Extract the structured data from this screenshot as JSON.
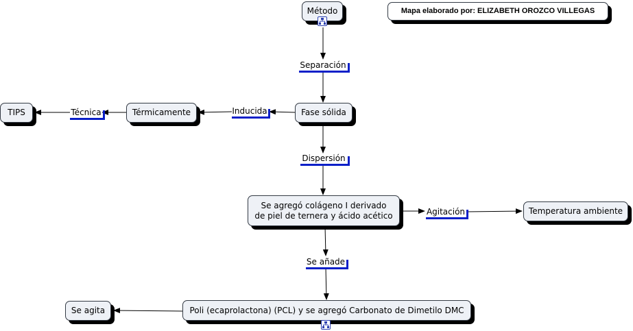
{
  "author_note": "Mapa elaborado por: ELIZABETH OROZCO VILLEGAS",
  "nodes": {
    "metodo": "Método",
    "fase_solida": "Fase sólida",
    "termicamente": "Térmicamente",
    "tips": "TIPS",
    "colageno_line1": "Se agregó colágeno I derivado",
    "colageno_line2": "de piel de ternera y ácido acético",
    "temperatura": "Temperatura ambiente",
    "pcl": "Poli (ecaprolactona) (PCL) y se agregó Carbonato de Dimetilo DMC",
    "se_agita": "Se agita"
  },
  "links": {
    "separacion": "Separación",
    "inducida": "Inducida",
    "tecnica": "Técnica",
    "dispersion": "Dispersión",
    "agitacion": "Agitación",
    "se_anade": "Se añade"
  },
  "icons": [
    "concept-map-icon",
    "concept-map-icon"
  ],
  "colors": {
    "node_fill": "#eef1f6",
    "label_shadow": "#0a1fc8",
    "node_shadow": "#000000"
  }
}
